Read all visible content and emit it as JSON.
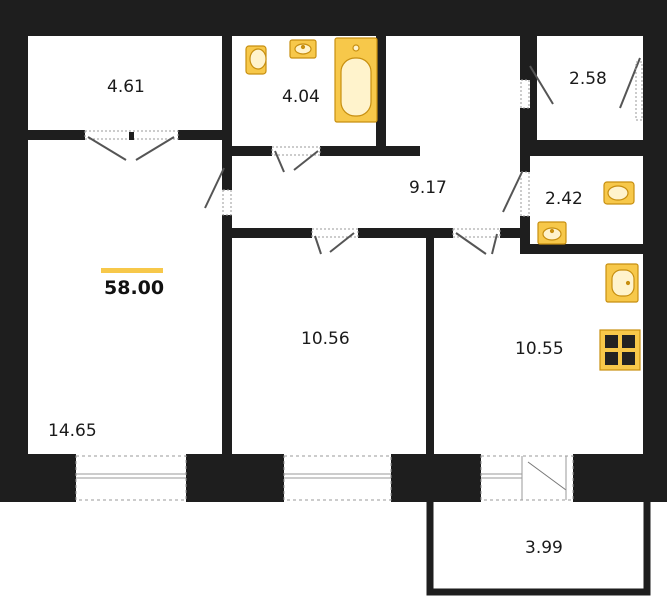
{
  "total_area": "58.00",
  "rooms": [
    {
      "id": "storage-left",
      "area": "4.61"
    },
    {
      "id": "bathroom",
      "area": "4.04"
    },
    {
      "id": "storage-right",
      "area": "2.58"
    },
    {
      "id": "hallway",
      "area": "9.17"
    },
    {
      "id": "toilet",
      "area": "2.42"
    },
    {
      "id": "living-room",
      "area": "14.65"
    },
    {
      "id": "bedroom",
      "area": "10.56"
    },
    {
      "id": "kitchen",
      "area": "10.55"
    },
    {
      "id": "balcony",
      "area": "3.99"
    }
  ],
  "colors": {
    "wall": "#1e1e1e",
    "fixture": "#f7c84a",
    "fixture_stroke": "#c78f10",
    "accent": "#f7c84a",
    "door": "#777777"
  }
}
